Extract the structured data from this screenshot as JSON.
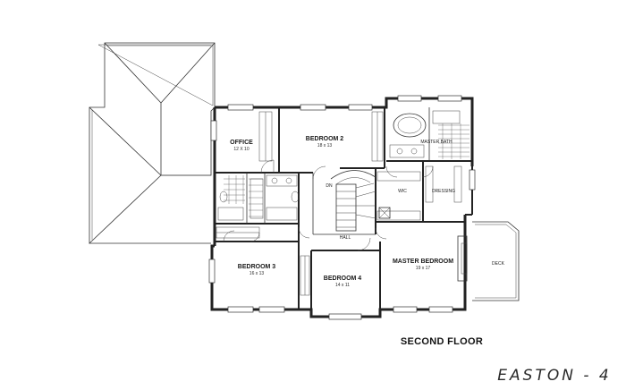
{
  "drawing": {
    "floor_title": "SECOND FLOOR",
    "plan_name": "EASTON - 4"
  },
  "rooms": {
    "office": {
      "name": "OFFICE",
      "dims": "12 X 10"
    },
    "bedroom2": {
      "name": "BEDROOM 2",
      "dims": "18 x 13"
    },
    "bedroom3": {
      "name": "BEDROOM 3",
      "dims": "16 x 13"
    },
    "bedroom4": {
      "name": "BEDROOM 4",
      "dims": "14 x 11"
    },
    "master_bedroom": {
      "name": "MASTER BEDROOM",
      "dims": "19 x 17"
    },
    "master_bath": {
      "name": "MASTER BATH"
    },
    "wic": {
      "name": "WIC"
    },
    "dressing": {
      "name": "DRESSING"
    },
    "hall": {
      "name": "HALL"
    },
    "deck": {
      "name": "DECK"
    },
    "stair_dn": {
      "name": "DN"
    }
  }
}
